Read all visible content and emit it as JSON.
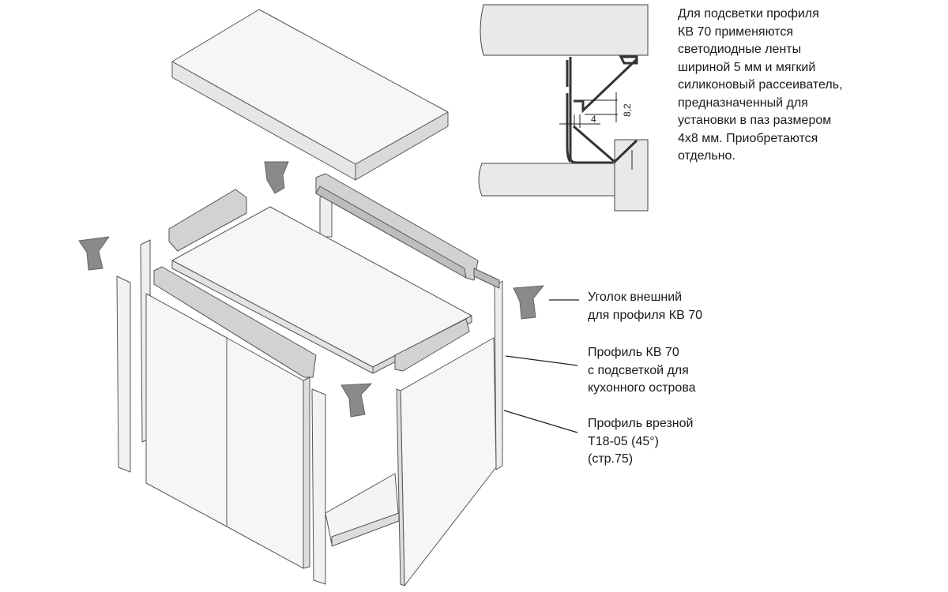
{
  "description": {
    "lines": [
      "Для подсветки профиля",
      "КВ 70 применяются",
      "светодиодные ленты",
      "шириной 5 мм и мягкий",
      "силиконовый рассеиватель,",
      "предназначенный для",
      "установки в паз размером",
      "4х8 мм. Приобретаются",
      "отдельно."
    ]
  },
  "section_dimensions": {
    "height": "8,2",
    "width": "4"
  },
  "callouts": [
    {
      "lines": [
        "Уголок внешний",
        "для профиля КВ 70"
      ]
    },
    {
      "lines": [
        "Профиль КВ 70",
        "с подсветкой для",
        "кухонного острова"
      ]
    },
    {
      "lines": [
        "Профиль врезной",
        "Т18-05 (45°)",
        "(стр.75)"
      ]
    }
  ],
  "colors": {
    "panel": "#f2f2f2",
    "edge": "#555555",
    "profile": "#cfcfcf",
    "bracket": "#8a8a8a"
  }
}
